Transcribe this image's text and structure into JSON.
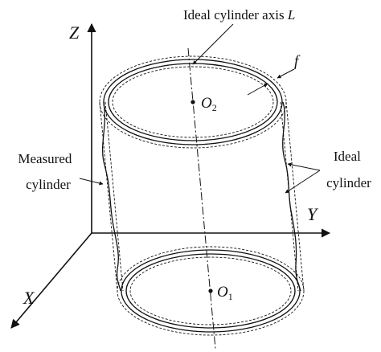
{
  "labels": {
    "axis_label": "Ideal cylinder axis",
    "axis_symbol": "L",
    "tolerance_symbol": "f",
    "z_axis": "Z",
    "y_axis": "Y",
    "x_axis": "X",
    "top_center_letter": "O",
    "top_center_sub": "2",
    "bottom_center_letter": "O",
    "bottom_center_sub": "1",
    "measured_line1": "Measured",
    "measured_line2": "cylinder",
    "ideal_line1": "Ideal",
    "ideal_line2": "cylinder"
  },
  "colors": {
    "ink": "#111111"
  }
}
